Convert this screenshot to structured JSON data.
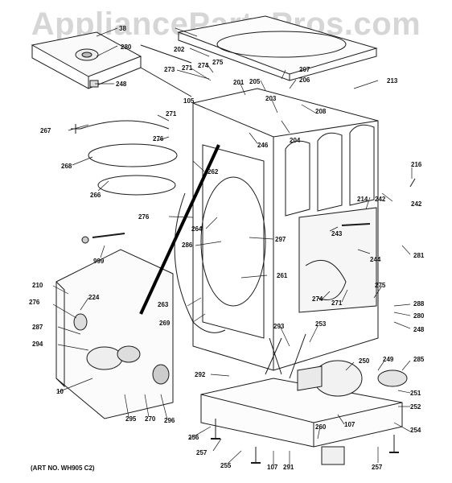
{
  "watermark": "AppliancePartsPros.com",
  "art_number": "(ART NO. WH905 C2)",
  "callouts": [
    "38",
    "280",
    "248",
    "202",
    "274",
    "275",
    "273",
    "271",
    "201",
    "205",
    "207",
    "206",
    "213",
    "203",
    "208",
    "105",
    "271",
    "267",
    "276",
    "262",
    "246",
    "204",
    "268",
    "266",
    "276",
    "264",
    "216",
    "242",
    "214",
    "242",
    "243",
    "999",
    "286",
    "297",
    "244",
    "281",
    "261",
    "210",
    "276",
    "224",
    "263",
    "269",
    "274",
    "271",
    "275",
    "288",
    "280",
    "248",
    "287",
    "294",
    "293",
    "253",
    "250",
    "249",
    "285",
    "292",
    "10",
    "295",
    "270",
    "296",
    "251",
    "252",
    "254",
    "107",
    "260",
    "256",
    "257",
    "255",
    "107",
    "291",
    "257"
  ]
}
